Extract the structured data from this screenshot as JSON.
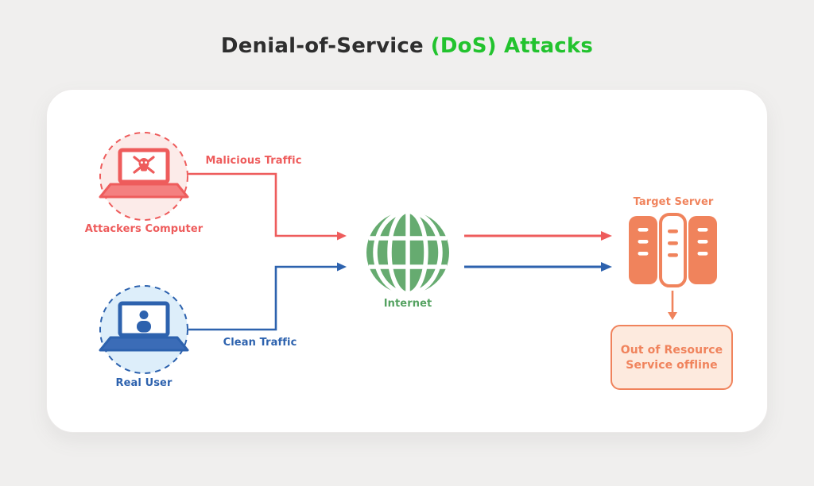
{
  "title": {
    "text_dark": "Denial-of-Service",
    "text_green": "(DoS) Attacks"
  },
  "palette": {
    "background": "#f0efee",
    "card": "#ffffff",
    "title_dark": "#2e2e2e",
    "title_green": "#22c32e",
    "red": "#ee5c5c",
    "red_light": "#fcebe9",
    "blue": "#2d62ae",
    "blue_light": "#ddeefa",
    "green": "#66ab70",
    "orange": "#f0835c",
    "orange_light": "#fdeade"
  },
  "diagram": {
    "attacker": {
      "label": "Attackers Computer",
      "icon": "laptop-skull-icon"
    },
    "malicious_traffic": {
      "label": "Malicious Traffic",
      "color": "#ee5c5c"
    },
    "real_user": {
      "label": "Real User",
      "icon": "laptop-user-icon"
    },
    "clean_traffic": {
      "label": "Clean Traffic",
      "color": "#2d62ae"
    },
    "internet": {
      "label": "Internet",
      "icon": "globe-icon"
    },
    "target_server": {
      "label": "Target Server",
      "icon": "server-icon"
    },
    "failure": {
      "line1": "Out of Resource",
      "line2": "Service offline"
    }
  }
}
